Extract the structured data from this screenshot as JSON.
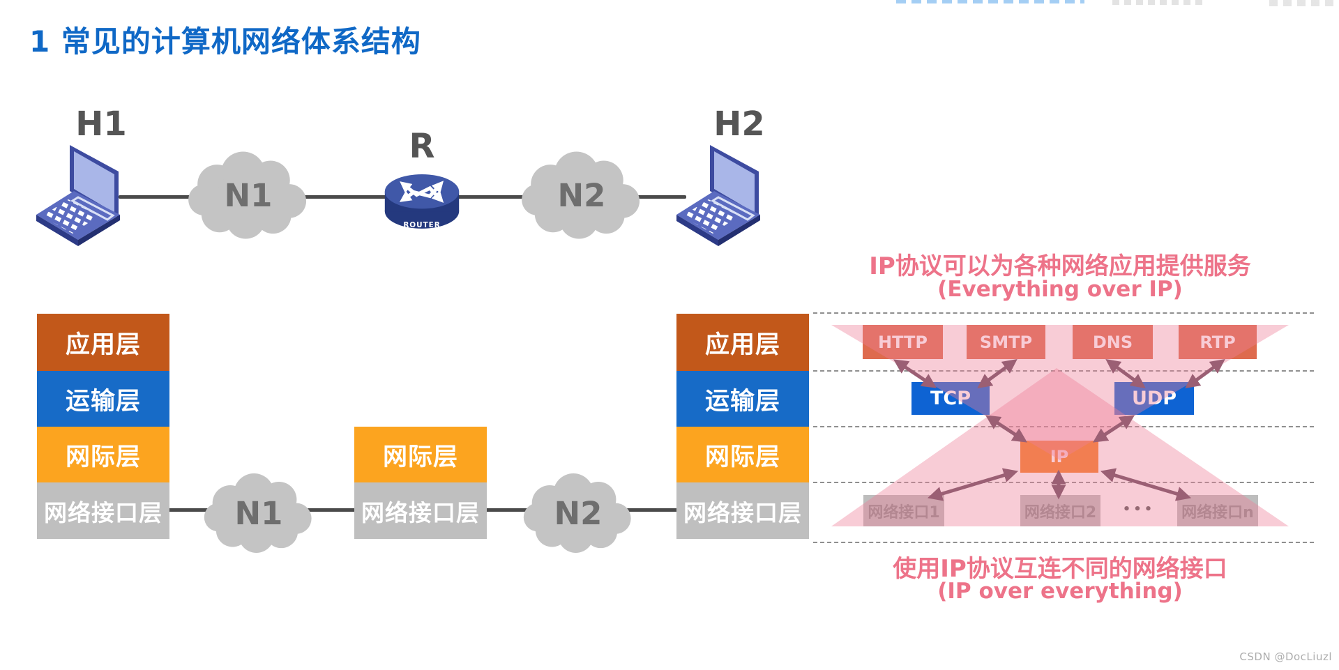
{
  "slide": {
    "title": "1 常见的计算机网络体系结构"
  },
  "watermark": "CSDN @DocLiuzl",
  "topology": {
    "host1": "H1",
    "host2": "H2",
    "router_label": "R",
    "router_caption": "ROUTER",
    "net1": "N1",
    "net2": "N2"
  },
  "layers": {
    "application": "应用层",
    "transport": "运输层",
    "internet": "网际层",
    "network_interface": "网络接口层"
  },
  "hourglass": {
    "caption_top_zh": "IP协议可以为各种网络应用提供服务",
    "caption_top_en": "(Everything over IP)",
    "caption_bottom_zh": "使用IP协议互连不同的网络接口",
    "caption_bottom_en": "(IP over everything)",
    "app_protocols": [
      "HTTP",
      "SMTP",
      "DNS",
      "RTP"
    ],
    "transport_protocols": [
      "TCP",
      "UDP"
    ],
    "internet_protocol": "IP",
    "interfaces": [
      "网络接口1",
      "网络接口2",
      "网络接口n"
    ],
    "ellipsis": "•••"
  },
  "colors": {
    "title_blue": "#0F68C6",
    "application_layer": "#C2581A",
    "transport_layer": "#176BC7",
    "internet_layer": "#FCA41F",
    "network_interface_layer": "#BFBFBF",
    "cloud_gray": "#C4C4C4",
    "link_line": "#4A4A4A",
    "pink_caption": "#ED7389",
    "pink_triangle": "#EE8098",
    "app_protocol_box": "#DE6B4E",
    "transport_protocol_box": "#0E63D3",
    "ip_box": "#F57E22",
    "interface_box": "#BDBDBD",
    "arrow": "#9B5F74"
  }
}
